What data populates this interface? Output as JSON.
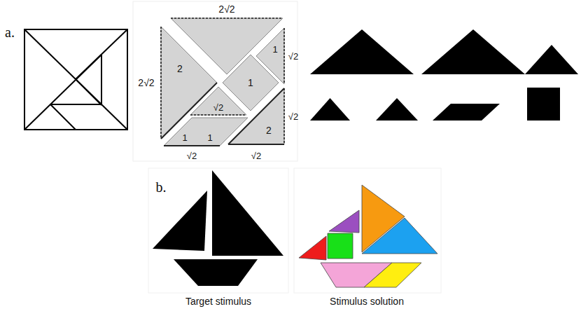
{
  "diagram": {
    "labels": [
      "a.",
      "2√2",
      "2",
      "2√2",
      "1",
      "√2",
      "1",
      "√2",
      "√2",
      "1",
      "1",
      "2",
      "√2",
      "√2",
      "b.",
      "Target stimulus",
      "Stimulus solution"
    ]
  }
}
